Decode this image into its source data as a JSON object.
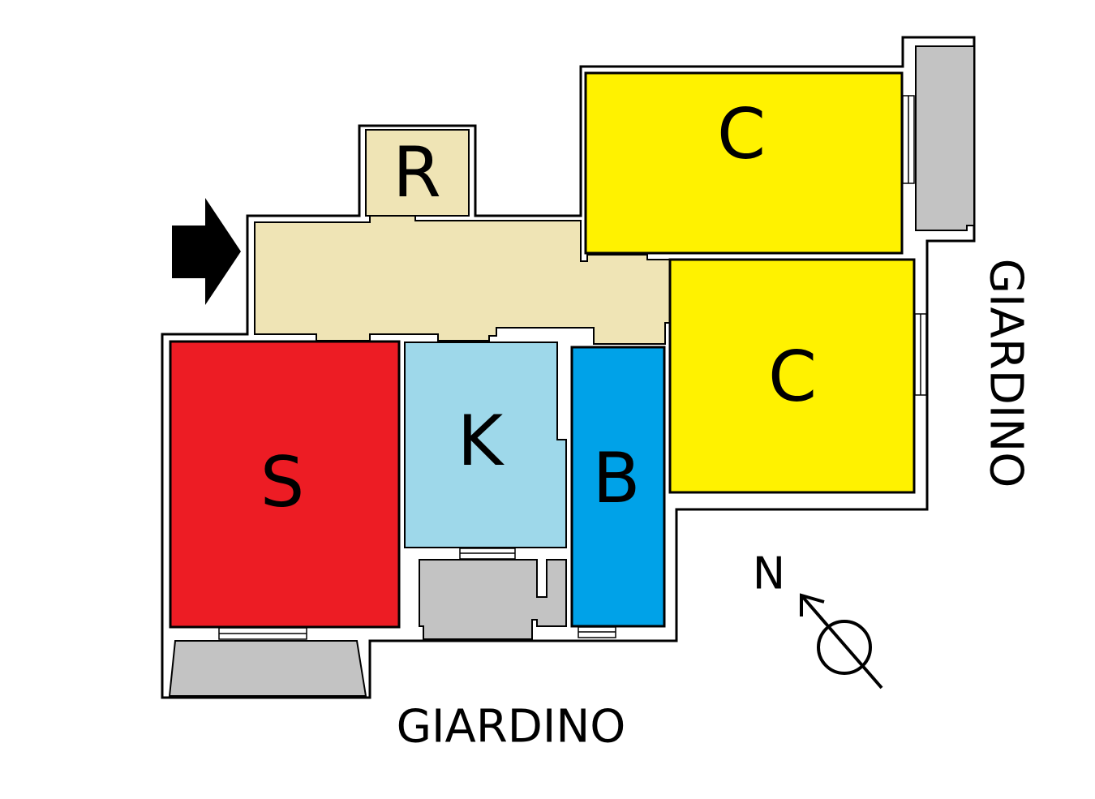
{
  "plan": {
    "rooms": [
      {
        "id": "closet",
        "label": "R"
      },
      {
        "id": "bedroom-1",
        "label": "C"
      },
      {
        "id": "bedroom-2",
        "label": "C"
      },
      {
        "id": "living",
        "label": "S"
      },
      {
        "id": "kitchen",
        "label": "K"
      },
      {
        "id": "bathroom",
        "label": "B"
      }
    ],
    "garden_bottom": "GIARDINO",
    "garden_right": "GIARDINO",
    "north": "N"
  },
  "colors": {
    "hall": "#efe4b5",
    "bedroom": "#fff200",
    "living": "#ed1c24",
    "kitchen": "#9ed8ea",
    "bathroom": "#00a2e8",
    "balcony": "#c3c3c3",
    "wall": "#000000"
  }
}
